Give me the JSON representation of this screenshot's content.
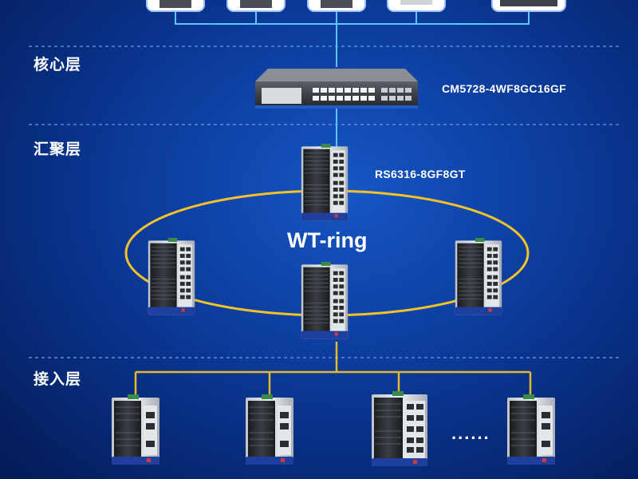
{
  "layers": {
    "core": "核心层",
    "aggregation": "汇聚层",
    "access": "接入层"
  },
  "devices": {
    "core_switch_model": "CM5728-4WF8GC16GF",
    "aggregation_switch_model": "RS6316-8GF8GT"
  },
  "ring": {
    "label": "WT-ring"
  },
  "access_more": "......",
  "colors": {
    "ring": "#f2c22a",
    "bus": "#e7b92a",
    "uplink": "#58c8ff",
    "divider": "#6f9ee6",
    "device_body": "#d9dde3",
    "device_dark": "#2a2d33",
    "device_base": "#1f3f9e"
  },
  "icons": {
    "core_switch": "rack-switch-icon",
    "industrial_switch": "din-rail-switch-icon"
  }
}
